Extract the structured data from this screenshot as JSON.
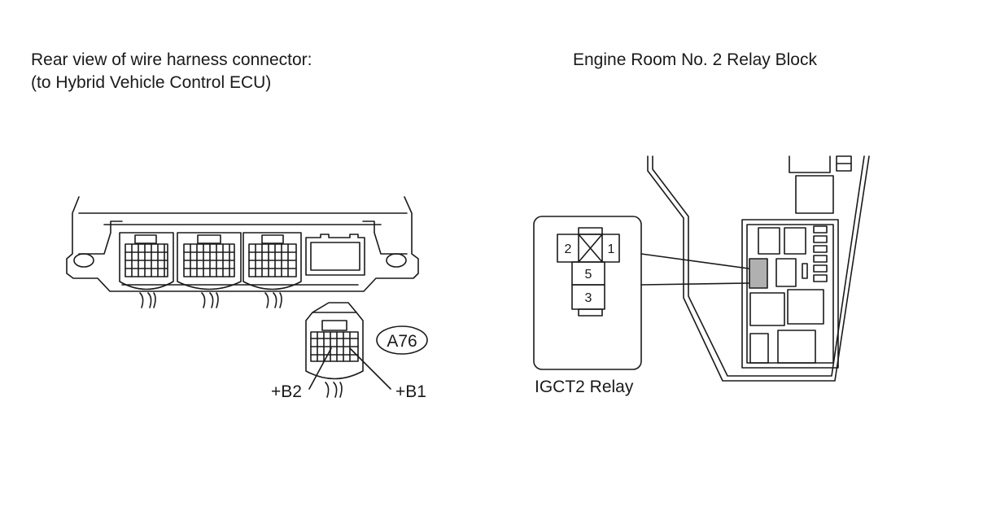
{
  "left_title_line1": "Rear view of wire harness connector:",
  "left_title_line2": "(to Hybrid Vehicle Control ECU)",
  "right_title": "Engine Room No. 2 Relay Block",
  "connector_code": "A76",
  "terminals": {
    "b2": "+B2",
    "b1": "+B1"
  },
  "relay": {
    "label": "IGCT2 Relay",
    "pins": [
      "2",
      "1",
      "5",
      "3"
    ]
  },
  "colors": {
    "ink": "#1a1a1a",
    "highlight": "#b0b0b0"
  }
}
